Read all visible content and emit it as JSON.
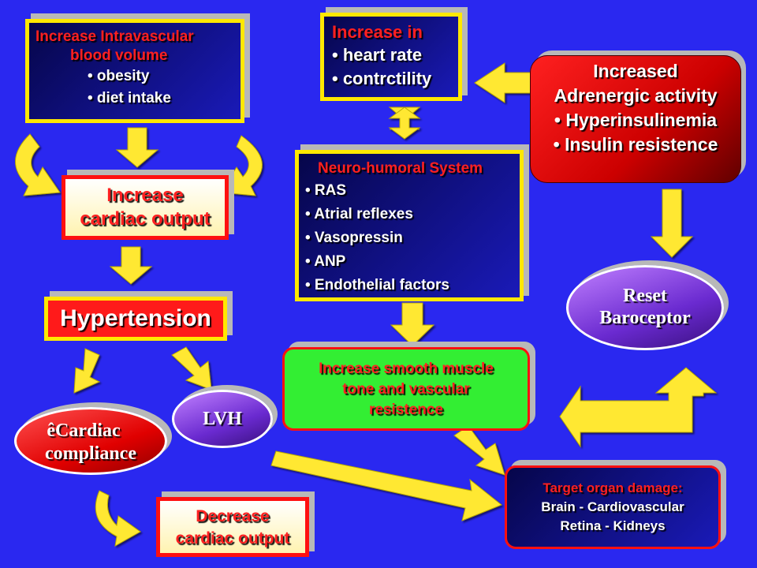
{
  "intravascular": {
    "title1": "Increase Intravascular",
    "title2": "blood volume",
    "item1": "• obesity",
    "item2": "• diet intake"
  },
  "heart": {
    "title": "Increase in",
    "item1": "• heart rate",
    "item2": "• contrctility"
  },
  "adrenergic": {
    "line1": "Increased",
    "line2": "Adrenergic activity",
    "line3": "• Hyperinsulinemia",
    "line4": "• Insulin resistence"
  },
  "cardiac_output": {
    "line1": "Increase",
    "line2": "cardiac output"
  },
  "neuro": {
    "title": "Neuro-humoral System",
    "items": [
      "• RAS",
      "• Atrial reflexes",
      "• Vasopressin",
      "• ANP",
      "• Endothelial factors"
    ]
  },
  "hypertension": {
    "label": "Hypertension"
  },
  "baroceptor": {
    "line1": "Reset",
    "line2": "Baroceptor"
  },
  "smooth_muscle": {
    "line1": "Increase smooth muscle",
    "line2": "tone and vascular",
    "line3": "resistence"
  },
  "lvh": {
    "label": "LVH"
  },
  "compliance": {
    "arrow_glyph": "ê",
    "line1": "Cardiac",
    "line2": "compliance"
  },
  "decrease": {
    "line1": "Decrease",
    "line2": "cardiac output"
  },
  "target": {
    "title": "Target organ damage:",
    "line1": "Brain - Cardiovascular",
    "line2": "Retina - Kidneys"
  },
  "colors": {
    "background": "#2a28f0",
    "arrow": "#ffe830",
    "border_yellow": "#ffe800",
    "border_red": "#ff1010"
  }
}
